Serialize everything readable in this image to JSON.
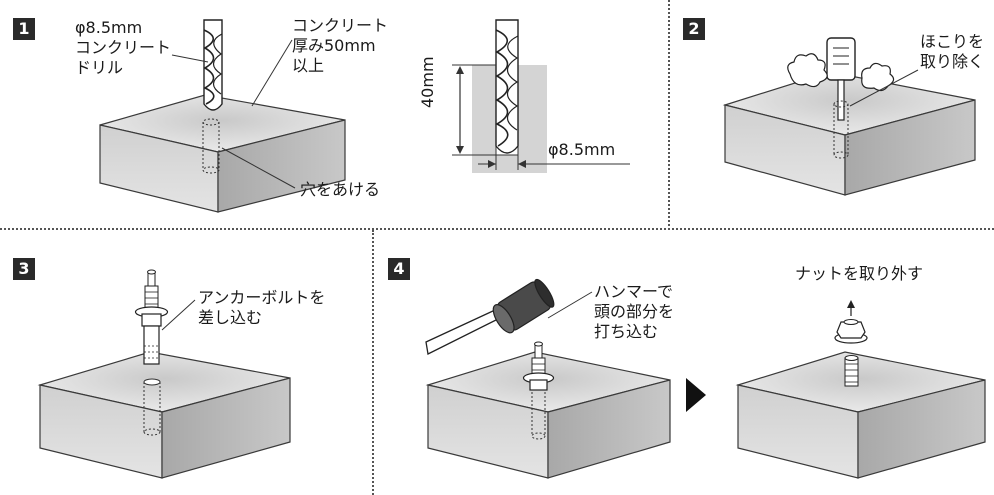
{
  "steps": [
    {
      "number": "1"
    },
    {
      "number": "2"
    },
    {
      "number": "3"
    },
    {
      "number": "4"
    }
  ],
  "step1": {
    "drill_label": "φ8.5mm\nコンクリート\nドリル",
    "concrete_label": "コンクリート\n厚み50mm\n以上",
    "hole_label": "穴をあける",
    "depth_label": "40mm",
    "diameter_label": "φ8.5mm"
  },
  "step2": {
    "dust_label": "ほこりを\n取り除く"
  },
  "step3": {
    "bolt_label": "アンカーボルトを\n差し込む"
  },
  "step4": {
    "hammer_label": "ハンマーで\n頭の部分を\n打ち込む",
    "nut_label": "ナットを取り外す"
  },
  "colors": {
    "block_top": "#e2e2e2",
    "block_front": "#d6d6d6",
    "block_side": "#bcbcbc",
    "outline": "#3a3a3a",
    "badge_bg": "#2a2a2a",
    "depth_diagram_bg": "#d4d4d4"
  }
}
